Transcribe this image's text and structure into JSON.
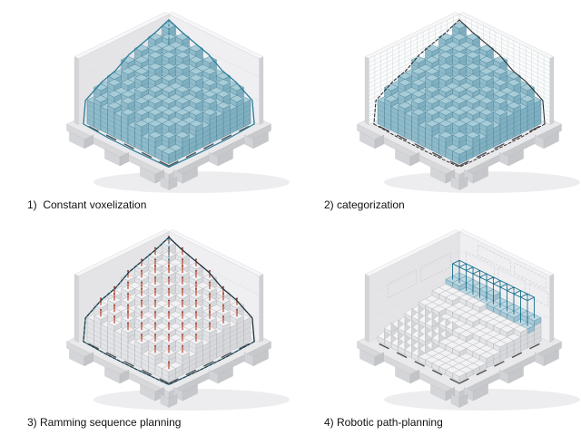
{
  "figure": {
    "background": "#ffffff",
    "panels": [
      {
        "id": "constant-voxelization",
        "label": "1)  Constant voxelization",
        "render": {
          "mound": "teal",
          "outline": "teal"
        }
      },
      {
        "id": "categorization",
        "label": "2) categorization",
        "render": {
          "mound": "teal",
          "outline": "blackDash",
          "wall_grid": true
        }
      },
      {
        "id": "ramming-sequence-planning",
        "label": "3) Ramming sequence planning",
        "render": {
          "mound": "gray",
          "outline": "tealBlack",
          "markers": true
        }
      },
      {
        "id": "robotic-path-planning",
        "label": "4) Robotic path-planning",
        "render": {
          "mound": "path",
          "comb": true,
          "ghost_boxes": true,
          "blue_rows": true,
          "pyramids": true
        }
      }
    ],
    "colors": {
      "voxel_teal_top": "#a7ccd7",
      "voxel_teal_left": "#8fbac9",
      "voxel_teal_right": "#7fafc0",
      "voxel_teal_edge": "#53889d",
      "voxel_gray_top": "#f2f2f4",
      "voxel_gray_left": "#e3e4e7",
      "voxel_gray_right": "#d7d8db",
      "voxel_gray_edge": "#b4b7bb",
      "voxel_blue_top": "#bdd7e1",
      "voxel_blue_left": "#a9c9d6",
      "voxel_blue_right": "#9cc0cf",
      "voxel_blue_edge": "#5a93a8",
      "outline_teal": "#2b7d99",
      "outline_black": "#26282a",
      "marker_red": "#c0452a",
      "comb_teal": "#17718e",
      "label_text": "#111111"
    }
  }
}
